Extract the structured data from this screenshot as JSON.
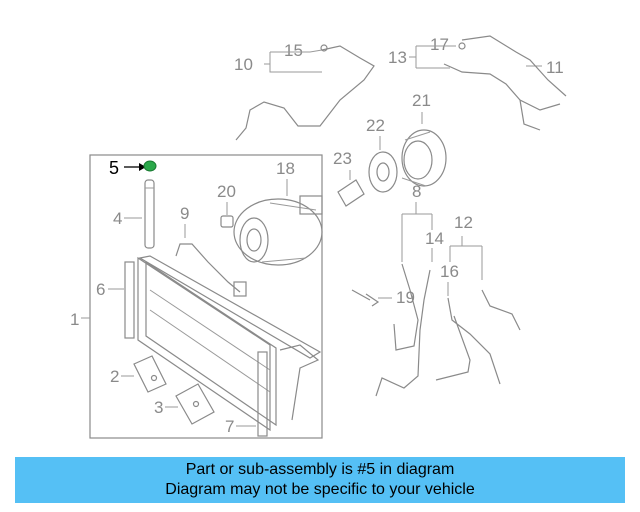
{
  "diagram": {
    "callouts": {
      "c1": "1",
      "c2": "2",
      "c3": "3",
      "c4": "4",
      "c5": "5",
      "c6": "6",
      "c7": "7",
      "c8": "8",
      "c9": "9",
      "c10": "10",
      "c11": "11",
      "c12": "12",
      "c13": "13",
      "c14": "14",
      "c15": "15",
      "c16": "16",
      "c17": "17",
      "c18": "18",
      "c19": "19",
      "c20": "20",
      "c21": "21",
      "c22": "22",
      "c23": "23"
    },
    "highlighted_part": "5"
  },
  "banner": {
    "line1": "Part or sub-assembly is #5 in diagram",
    "line2": "Diagram may not be specific to your vehicle",
    "background": "#55c0f5"
  },
  "colors": {
    "line_art": "#8a8a8a",
    "highlight_part": "#2aa84a"
  }
}
